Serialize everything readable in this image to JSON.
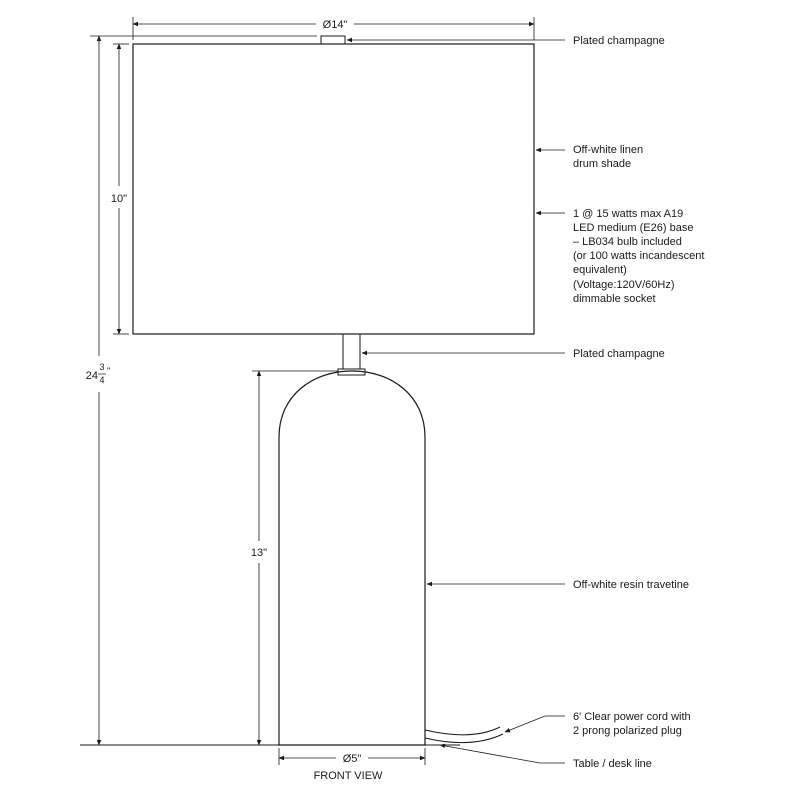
{
  "dimensions": {
    "shade_diameter": "Ø14\"",
    "shade_height": "10\"",
    "overall_height_whole": "24",
    "overall_height_num": "3",
    "overall_height_den": "4",
    "overall_height_inch": "\"",
    "base_height": "13\"",
    "base_diameter": "Ø5\""
  },
  "callouts": {
    "finial": "Plated champagne",
    "shade": [
      "Off-white linen",
      "drum shade"
    ],
    "bulb": [
      "1 @ 15 watts max A19",
      "LED medium (E26) base",
      "– LB034 bulb included",
      "(or 100 watts incandescent",
      "equivalent)",
      "(Voltage:120V/60Hz)",
      "dimmable socket"
    ],
    "neck": "Plated champagne",
    "body": "Off-white resin travetine",
    "cord": [
      "6' Clear power cord with",
      "2 prong polarized plug"
    ],
    "table": "Table / desk line"
  },
  "view_label": "FRONT VIEW"
}
